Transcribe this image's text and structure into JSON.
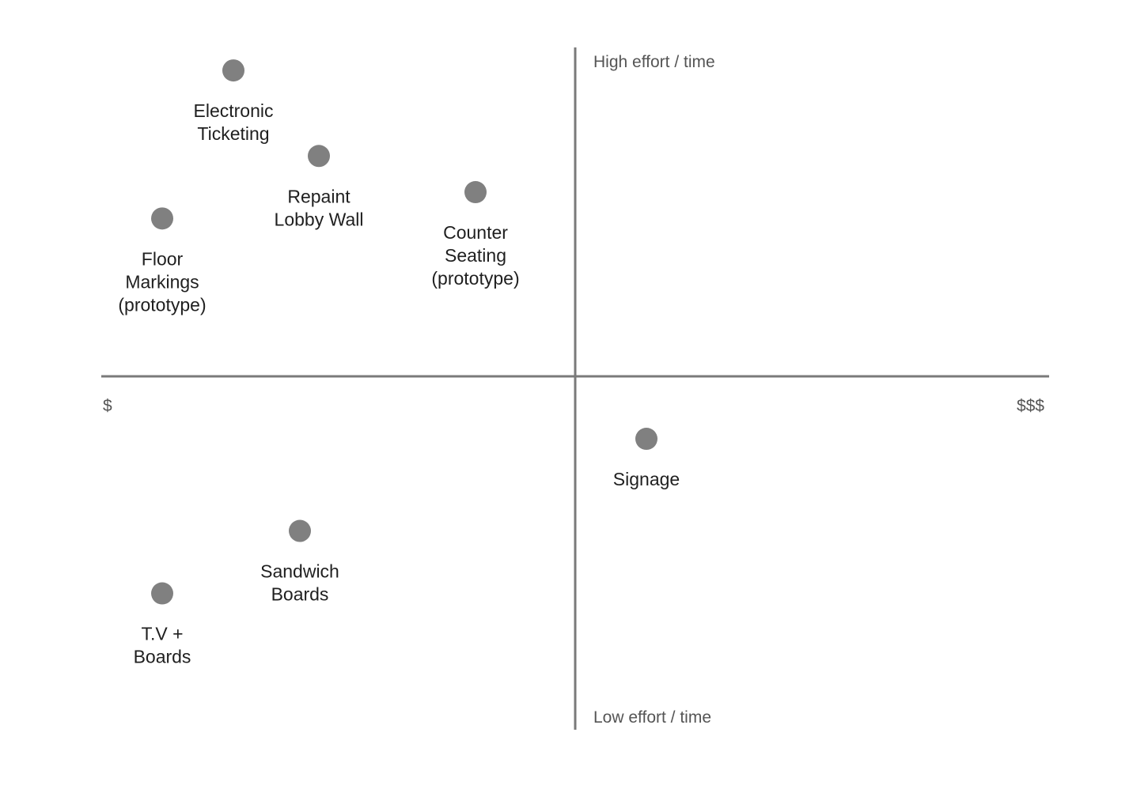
{
  "chart_data": {
    "type": "scatter",
    "title": "",
    "xlabel": "",
    "ylabel": "",
    "x_axis": {
      "left_label": "$",
      "right_label": "$$$",
      "range": [
        -1,
        1
      ]
    },
    "y_axis": {
      "top_label": "High effort / time",
      "bottom_label": "Low effort / time",
      "range": [
        -1,
        1
      ]
    },
    "grid": false,
    "point_color": "#808080",
    "axis_color": "#7a7a7a",
    "points": [
      {
        "x": -0.72,
        "y": 0.93,
        "label_lines": [
          "Electronic",
          "Ticketing"
        ]
      },
      {
        "x": -0.54,
        "y": 0.67,
        "label_lines": [
          "Repaint",
          "Lobby Wall"
        ]
      },
      {
        "x": -0.21,
        "y": 0.56,
        "label_lines": [
          "Counter",
          "Seating",
          "(prototype)"
        ]
      },
      {
        "x": -0.87,
        "y": 0.48,
        "label_lines": [
          "Floor",
          "Markings",
          "(prototype)"
        ]
      },
      {
        "x": 0.15,
        "y": -0.19,
        "label_lines": [
          "Signage"
        ]
      },
      {
        "x": -0.58,
        "y": -0.47,
        "label_lines": [
          "Sandwich",
          "Boards"
        ]
      },
      {
        "x": -0.87,
        "y": -0.66,
        "label_lines": [
          "T.V +",
          "Boards"
        ]
      }
    ]
  }
}
